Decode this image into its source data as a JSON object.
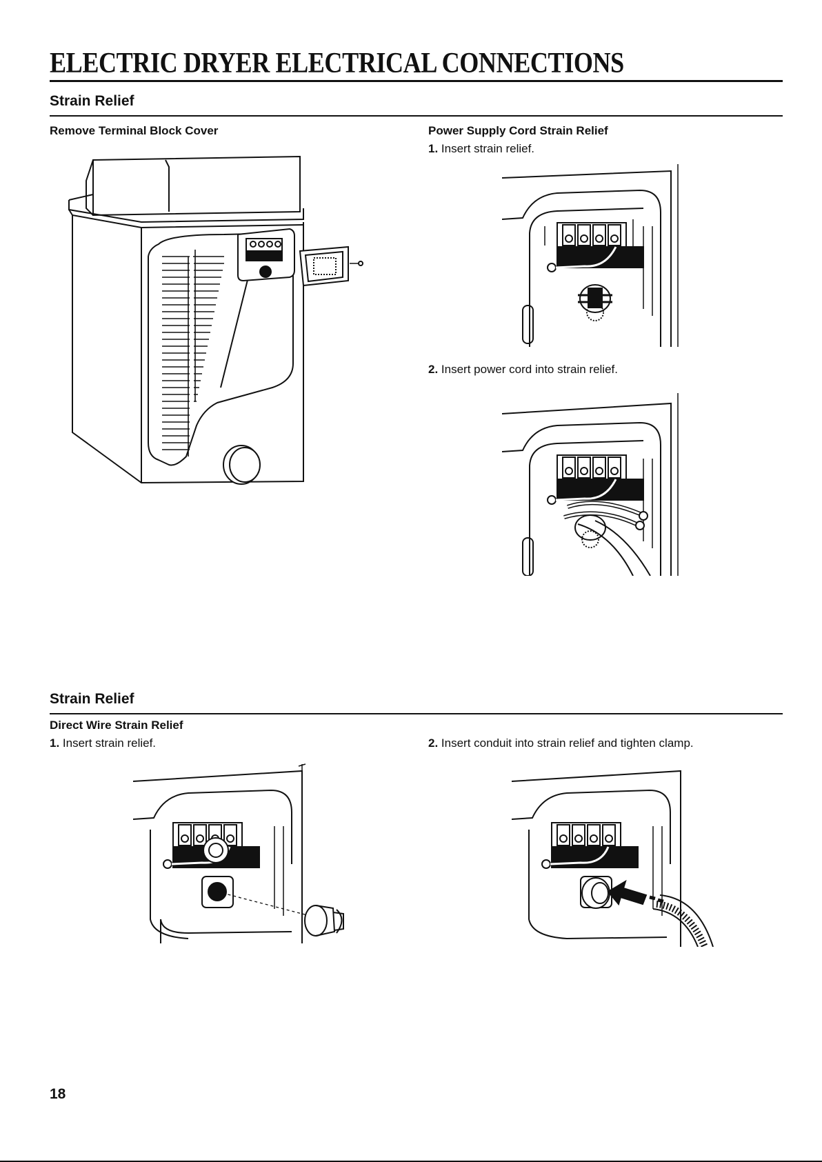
{
  "page": {
    "title": "ELECTRIC DRYER ELECTRICAL CONNECTIONS",
    "page_number": "18"
  },
  "section1": {
    "heading": "Strain Relief",
    "left": {
      "subheading": "Remove Terminal Block Cover",
      "figure_icon": "dryer-rear-terminal-cover-illustration"
    },
    "right": {
      "subheading": "Power Supply Cord Strain Relief",
      "steps": [
        {
          "number": "1.",
          "text": "Insert strain relief.",
          "figure_icon": "terminal-block-strain-relief-illustration"
        },
        {
          "number": "2.",
          "text": "Insert power cord into strain relief.",
          "figure_icon": "terminal-block-power-cord-illustration"
        }
      ]
    }
  },
  "section2": {
    "heading": "Strain Relief",
    "subheading": "Direct Wire Strain Relief",
    "steps": [
      {
        "number": "1.",
        "text": "Insert strain relief.",
        "figure_icon": "terminal-block-conduit-fitting-illustration"
      },
      {
        "number": "2.",
        "text": "Insert conduit into strain relief and tighten clamp.",
        "figure_icon": "terminal-block-conduit-insert-illustration"
      }
    ]
  }
}
